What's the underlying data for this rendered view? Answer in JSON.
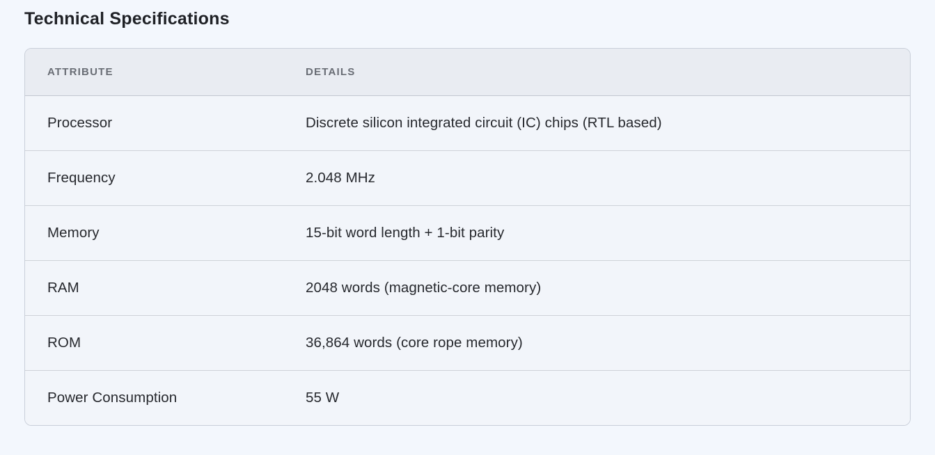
{
  "page": {
    "title": "Technical Specifications"
  },
  "table": {
    "columns": [
      {
        "key": "attribute",
        "label": "ATTRIBUTE"
      },
      {
        "key": "details",
        "label": "DETAILS"
      }
    ],
    "rows": [
      {
        "attribute": "Processor",
        "details": "Discrete silicon integrated circuit (IC) chips (RTL based)"
      },
      {
        "attribute": "Frequency",
        "details": "2.048 MHz"
      },
      {
        "attribute": "Memory",
        "details": "15-bit word length + 1-bit parity"
      },
      {
        "attribute": "RAM",
        "details": "2048 words (magnetic-core memory)"
      },
      {
        "attribute": "ROM",
        "details": "36,864 words (core rope memory)"
      },
      {
        "attribute": "Power Consumption",
        "details": "55 W"
      }
    ]
  },
  "colors": {
    "page_background": "#f3f7fd",
    "header_background": "#e9ecf2",
    "row_background": "#f2f5fa",
    "outer_border": "#c9cfd9",
    "row_separator": "#ced2d8",
    "title_text": "#1f2126",
    "header_text": "#696d75",
    "cell_text": "#26282d"
  }
}
